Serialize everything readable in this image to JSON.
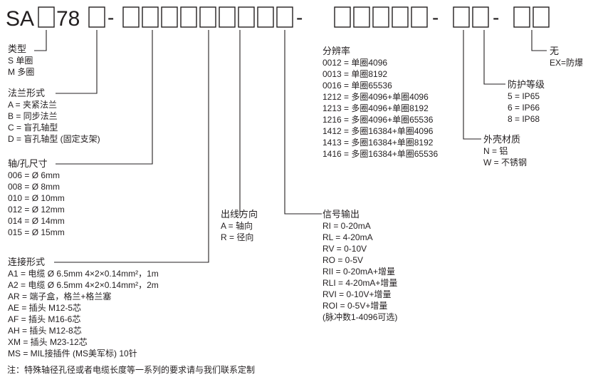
{
  "code": {
    "prefix": "SA",
    "fixed": "78",
    "separator": "-"
  },
  "groups": {
    "type": {
      "title": "类型",
      "items": [
        "S 单圈",
        "M 多圈"
      ]
    },
    "flange": {
      "title": "法兰形式",
      "items": [
        "A = 夹紧法兰",
        "B = 同步法兰",
        "C = 盲孔轴型",
        "D = 盲孔轴型 (固定支架)"
      ]
    },
    "shaft": {
      "title": "轴/孔尺寸",
      "items": [
        "006 = Ø 6mm",
        "008 = Ø 8mm",
        "010 = Ø 10mm",
        "012 = Ø 12mm",
        "014 = Ø 14mm",
        "015 = Ø 15mm"
      ]
    },
    "connection": {
      "title": "连接形式",
      "items": [
        "A1 = 电缆 Ø 6.5mm 4×2×0.14mm²，1m",
        "A2 = 电缆 Ø 6.5mm 4×2×0.14mm²，2m",
        "AR = 端子盒，格兰+格兰塞",
        "AE = 插头 M12-5芯",
        "AF = 插头 M16-6芯",
        "AH = 插头 M12-8芯",
        "XM = 插头 M23-12芯",
        "MS = MIL接插件 (MS美军标) 10针"
      ]
    },
    "outlet": {
      "title": "出线方向",
      "items": [
        "A = 轴向",
        "R = 径向"
      ]
    },
    "signal": {
      "title": "信号输出",
      "items": [
        "RI = 0-20mA",
        "RL = 4-20mA",
        "RV = 0-10V",
        "RO = 0-5V",
        "RII = 0-20mA+增量",
        "RLI = 4-20mA+增量",
        "RVI = 0-10V+增量",
        "ROI = 0-5V+增量",
        "(脉冲数1-4096可选)"
      ]
    },
    "resolution": {
      "title": "分辨率",
      "items": [
        "0012 = 单圈4096",
        "0013 = 单圈8192",
        "0016 = 单圈65536",
        "1212 = 多圈4096+单圈4096",
        "1213 = 多圈4096+单圈8192",
        "1216 = 多圈4096+单圈65536",
        "1412 = 多圈16384+单圈4096",
        "1413 = 多圈16384+单圈8192",
        "1416 = 多圈16384+单圈65536"
      ]
    },
    "housing": {
      "title": "外壳材质",
      "items": [
        "N = 铝",
        "W = 不锈钢"
      ]
    },
    "protection": {
      "title": "防护等级",
      "items": [
        "5 = IP65",
        "6 = IP66",
        "8 = IP68"
      ]
    },
    "explosion": {
      "title": "无",
      "items": [
        "EX=防爆"
      ]
    }
  },
  "note": "注：特殊轴径孔径或者电缆长度等一系列的要求请与我们联系定制",
  "colors": {
    "text": "#231f20",
    "background": "#ffffff"
  }
}
